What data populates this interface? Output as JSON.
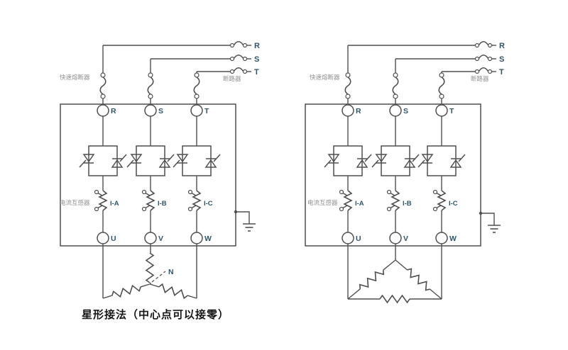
{
  "colors": {
    "line": "#4f4f4f",
    "phase_text": "#2e566b",
    "gray_text": "#8f8f8f",
    "caption_text": "#161616",
    "background": "#ffffff"
  },
  "left_diagram": {
    "connection_type": "star",
    "fuse_label": "快速熔断器",
    "breaker_label": "断路器",
    "ct_label": "电流互感器",
    "phases": [
      "R",
      "S",
      "T"
    ],
    "inputs": [
      "R",
      "S",
      "T"
    ],
    "currents": [
      "I-A",
      "I-B",
      "I-C"
    ],
    "outputs": [
      "U",
      "V",
      "W"
    ],
    "neutral": "N",
    "caption": "星形接法（中心点可以接零）"
  },
  "right_diagram": {
    "connection_type": "delta",
    "fuse_label": "快速熔断器",
    "breaker_label": "断路器",
    "ct_label": "电流互感器",
    "phases": [
      "R",
      "S",
      "T"
    ],
    "inputs": [
      "R",
      "S",
      "T"
    ],
    "currents": [
      "I-A",
      "I-B",
      "I-C"
    ],
    "outputs": [
      "U",
      "V",
      "W"
    ]
  }
}
